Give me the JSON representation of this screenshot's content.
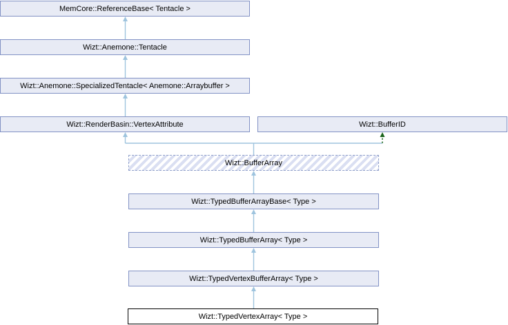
{
  "diagram": {
    "kind": "class-inheritance-graph",
    "nodes": [
      {
        "id": "memcore-referencebase",
        "label": "MemCore::ReferenceBase< Tentacle >",
        "style": "default"
      },
      {
        "id": "anemone-tentacle",
        "label": "Wizt::Anemone::Tentacle",
        "style": "default"
      },
      {
        "id": "anemone-specializedtentacle",
        "label": "Wizt::Anemone::SpecializedTentacle< Anemone::Arraybuffer >",
        "style": "default"
      },
      {
        "id": "renderbasin-vertexattribute",
        "label": "Wizt::RenderBasin::VertexAttribute",
        "style": "default"
      },
      {
        "id": "bufferid",
        "label": "Wizt::BufferID",
        "style": "default"
      },
      {
        "id": "bufferarray",
        "label": "Wizt::BufferArray",
        "style": "dashed-hatched"
      },
      {
        "id": "typedbufferarraybase",
        "label": "Wizt::TypedBufferArrayBase< Type >",
        "style": "default"
      },
      {
        "id": "typedbufferarray",
        "label": "Wizt::TypedBufferArray< Type >",
        "style": "default"
      },
      {
        "id": "typedvertexbufferarray",
        "label": "Wizt::TypedVertexBufferArray< Type >",
        "style": "default"
      },
      {
        "id": "typedvertexarray",
        "label": "Wizt::TypedVertexArray< Type >",
        "style": "current"
      }
    ],
    "edges": [
      {
        "from": "anemone-tentacle",
        "to": "memcore-referencebase",
        "type": "public-inheritance"
      },
      {
        "from": "anemone-specializedtentacle",
        "to": "anemone-tentacle",
        "type": "public-inheritance"
      },
      {
        "from": "renderbasin-vertexattribute",
        "to": "anemone-specializedtentacle",
        "type": "public-inheritance"
      },
      {
        "from": "bufferarray",
        "to": "renderbasin-vertexattribute",
        "type": "public-inheritance"
      },
      {
        "from": "bufferarray",
        "to": "bufferid",
        "type": "protected-inheritance"
      },
      {
        "from": "typedbufferarraybase",
        "to": "bufferarray",
        "type": "public-inheritance"
      },
      {
        "from": "typedbufferarray",
        "to": "typedbufferarraybase",
        "type": "public-inheritance"
      },
      {
        "from": "typedvertexbufferarray",
        "to": "typedbufferarray",
        "type": "public-inheritance"
      },
      {
        "from": "typedvertexarray",
        "to": "typedvertexbufferarray",
        "type": "public-inheritance"
      }
    ],
    "colors": {
      "background": "#ffffff",
      "node_fill": "#e8ebf5",
      "node_border": "#8191c4",
      "node_hatch_stripe": "#dadff2",
      "current_node_border": "#000000",
      "current_node_fill": "#ffffff",
      "edge_public": "#9ec4de",
      "edge_protected": "#1a641a",
      "text": "#000000"
    }
  }
}
